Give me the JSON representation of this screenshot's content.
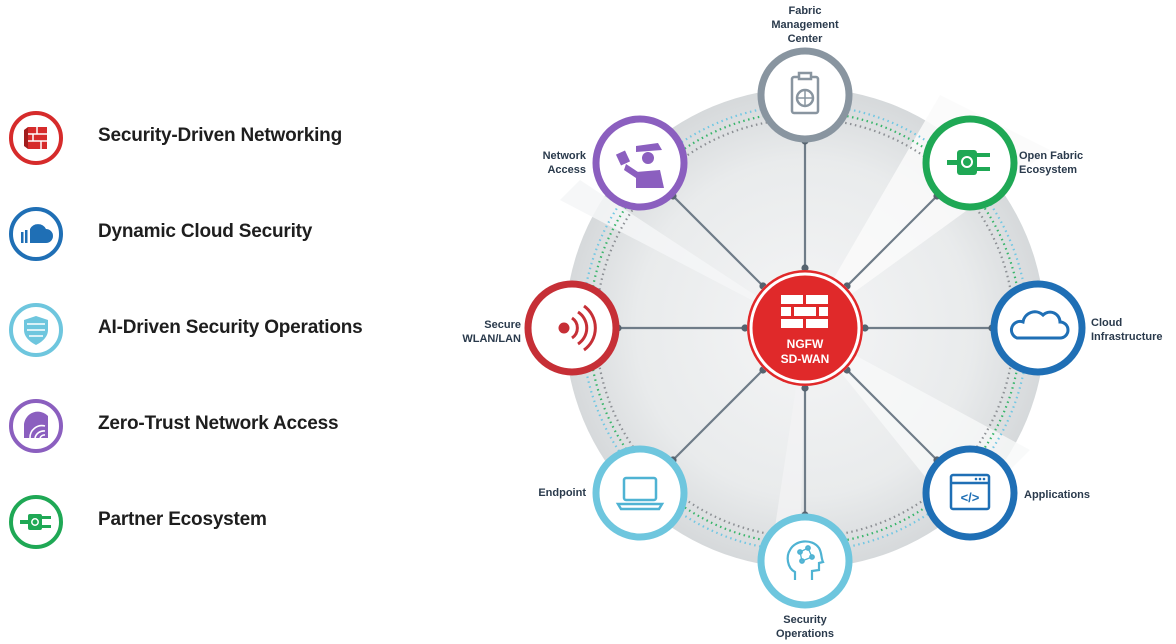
{
  "legend": [
    {
      "label": "Security-Driven Networking",
      "icon": "security-networking-icon",
      "color": "#d62b2b"
    },
    {
      "label": "Dynamic Cloud Security",
      "icon": "cloud-security-icon",
      "color": "#1f6fb5"
    },
    {
      "label": "AI-Driven Security Operations",
      "icon": "ai-security-shield-icon",
      "color": "#6ec6de"
    },
    {
      "label": "Zero-Trust Network Access",
      "icon": "zero-trust-icon",
      "color": "#8b5fbf"
    },
    {
      "label": "Partner Ecosystem",
      "icon": "plug-icon",
      "color": "#1fa855"
    }
  ],
  "center": {
    "line1": "NGFW",
    "line2": "SD-WAN",
    "color": "#e0292a",
    "icon": "firewall-icon"
  },
  "nodes": [
    {
      "id": "fabric-management",
      "label_lines": [
        "Fabric",
        "Management",
        "Center"
      ],
      "color": "#8995a0",
      "icon": "clipboard-icon"
    },
    {
      "id": "open-fabric",
      "label_lines": [
        "Open Fabric",
        "Ecosystem"
      ],
      "color": "#1fa855",
      "icon": "plug-icon"
    },
    {
      "id": "cloud-infrastructure",
      "label_lines": [
        "Cloud",
        "Infrastructure"
      ],
      "color": "#1f6fb5",
      "icon": "cloud-icon"
    },
    {
      "id": "applications",
      "label_lines": [
        "Applications"
      ],
      "color": "#1f6fb5",
      "icon": "code-window-icon"
    },
    {
      "id": "security-operations",
      "label_lines": [
        "Security",
        "Operations"
      ],
      "color": "#6ec6de",
      "icon": "ai-head-icon"
    },
    {
      "id": "endpoint",
      "label_lines": [
        "Endpoint"
      ],
      "color": "#6ec6de",
      "icon": "laptop-icon"
    },
    {
      "id": "secure-wlan",
      "label_lines": [
        "Secure",
        "WLAN/LAN"
      ],
      "color": "#c62f36",
      "icon": "wireless-icon"
    },
    {
      "id": "network-access",
      "label_lines": [
        "Network",
        "Access"
      ],
      "color": "#8b5fbf",
      "icon": "guard-icon"
    }
  ]
}
